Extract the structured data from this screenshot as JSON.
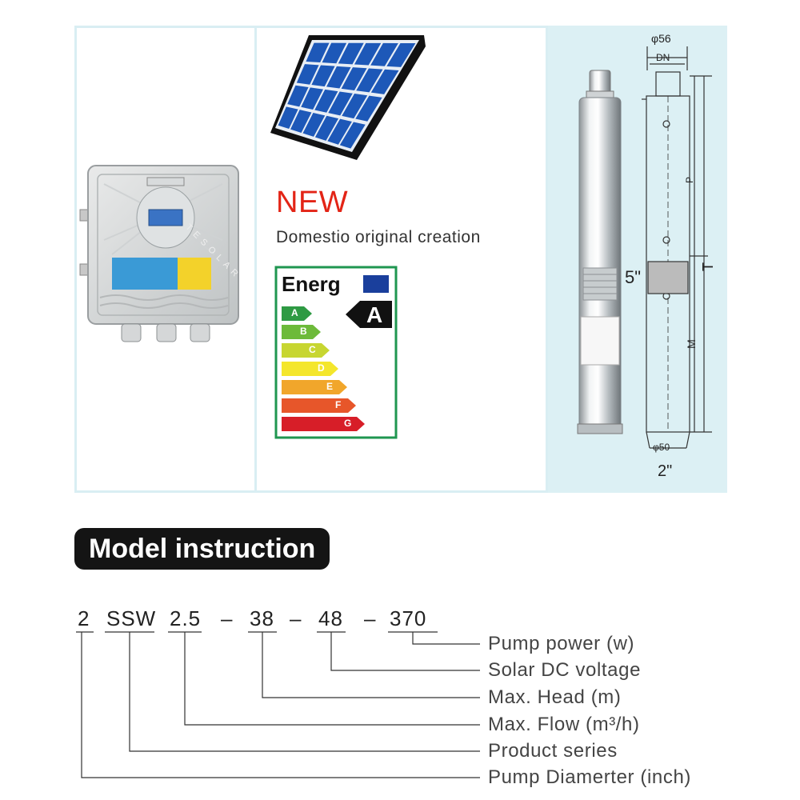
{
  "hero": {
    "new_label": "NEW",
    "tagline": "Domestio original creation",
    "energy_label": {
      "title": "Energ",
      "rating": "A",
      "grades": [
        "A",
        "B",
        "C",
        "D",
        "E",
        "F",
        "G"
      ],
      "grade_colors": [
        "#2e9a43",
        "#6dba3a",
        "#c7d631",
        "#f4e62c",
        "#f1a62b",
        "#e7562a",
        "#d71e28"
      ]
    },
    "drawing": {
      "top_diameter": "φ56",
      "top_sub": "DN",
      "size_5": "5\"",
      "size_2": "2\"",
      "bottom_diameter": "φ50",
      "dim_p": "P",
      "dim_t": "T",
      "dim_m": "M"
    },
    "controller_brand_vertical": "TESOLAR"
  },
  "model": {
    "title": "Model instruction",
    "code_parts": [
      "2",
      "SSW",
      "2.5",
      "–",
      "38",
      "–",
      "48",
      "–",
      "370"
    ],
    "descriptions": [
      "Pump power (w)",
      "Solar DC voltage",
      "Max. Head (m)",
      "Max. Flow (m³/h)",
      "Product series",
      "Pump Diamerter (inch)"
    ]
  }
}
